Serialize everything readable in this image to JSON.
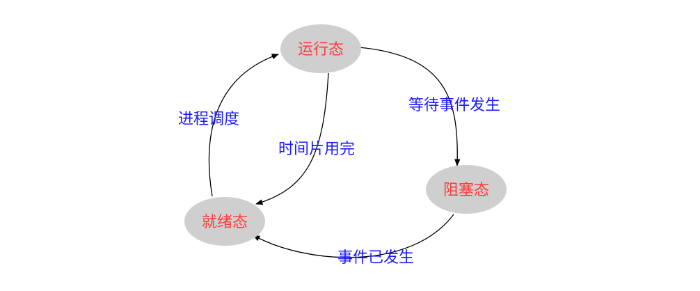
{
  "states": {
    "running": "运行态",
    "blocked": "阻塞态",
    "ready": "就绪态"
  },
  "transitions": {
    "running_to_blocked": "等待事件发生",
    "running_to_ready": "时间片用完",
    "ready_to_running": "进程调度",
    "blocked_to_ready": "事件已发生"
  },
  "colors": {
    "state_fill": "#cfcfcf",
    "state_text": "#ff3b3b",
    "edge_label_text": "#1a1aff",
    "edge_stroke": "#000000"
  }
}
